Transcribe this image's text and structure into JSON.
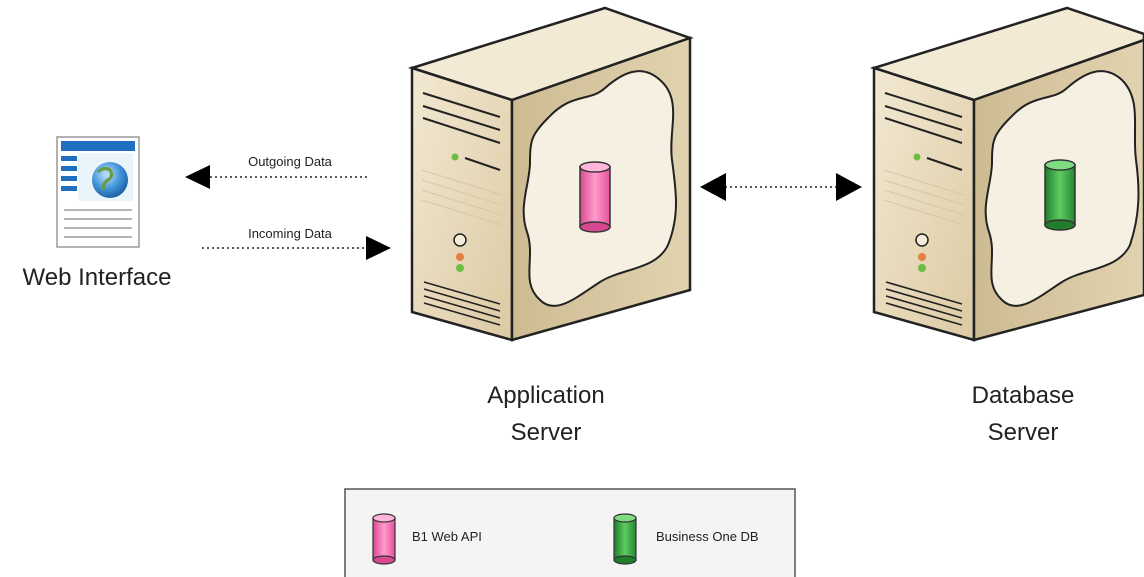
{
  "web_interface": {
    "label": "Web Interface"
  },
  "arrows": {
    "outgoing_label": "Outgoing Data",
    "incoming_label": "Incoming Data"
  },
  "app_server": {
    "label_line1": "Application",
    "label_line2": "Server"
  },
  "db_server": {
    "label_line1": "Database",
    "label_line2": "Server"
  },
  "legend": {
    "items": [
      {
        "label": "B1 Web API",
        "color": "#f06eb0"
      },
      {
        "label": "Business One DB",
        "color": "#2fa43c"
      }
    ]
  },
  "colors": {
    "server_front": "#e9dcc0",
    "server_side": "#c8b58c",
    "server_top": "#f3ead6",
    "blob": "#f6f0e2",
    "browser_bar": "#1f6fc0"
  }
}
